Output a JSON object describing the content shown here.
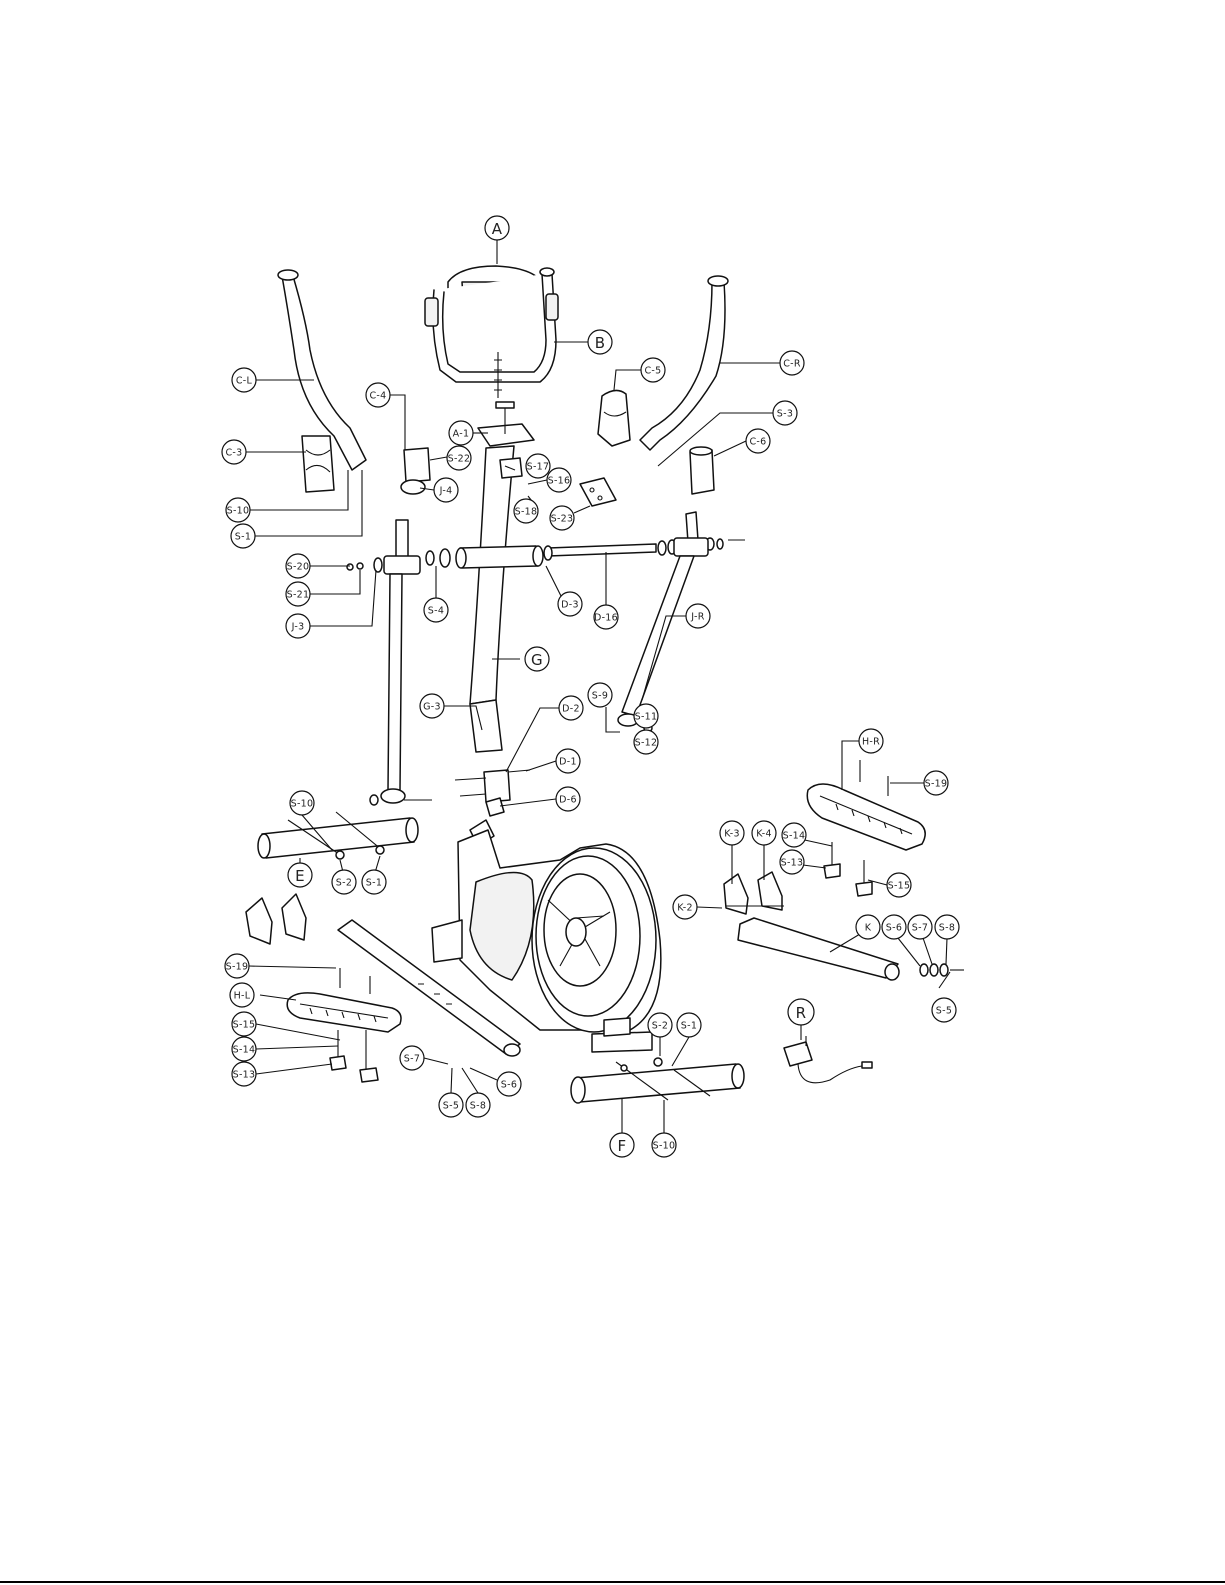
{
  "diagram": {
    "labels": {
      "A": "A",
      "A1": "A-1",
      "B": "B",
      "CL": "C-L",
      "CR": "C-R",
      "C3": "C-3",
      "C4": "C-4",
      "C5": "C-5",
      "C6": "C-6",
      "D1": "D-1",
      "D2": "D-2",
      "D3": "D-3",
      "D6": "D-6",
      "D16": "D-16",
      "E": "E",
      "F": "F",
      "G": "G",
      "G3": "G-3",
      "HL": "H-L",
      "HR": "H-R",
      "J3": "J-3",
      "J4": "J-4",
      "JR": "J-R",
      "K": "K",
      "K2": "K-2",
      "K3": "K-3",
      "K4": "K-4",
      "R": "R",
      "S1": "S-1",
      "S2": "S-2",
      "S3": "S-3",
      "S4": "S-4",
      "S5": "S-5",
      "S6": "S-6",
      "S7": "S-7",
      "S8": "S-8",
      "S9": "S-9",
      "S10": "S-10",
      "S11": "S-11",
      "S12": "S-12",
      "S13": "S-13",
      "S14": "S-14",
      "S15": "S-15",
      "S16": "S-16",
      "S17": "S-17",
      "S18": "S-18",
      "S19": "S-19",
      "S20": "S-20",
      "S21": "S-21",
      "S22": "S-22",
      "S23": "S-23"
    }
  }
}
